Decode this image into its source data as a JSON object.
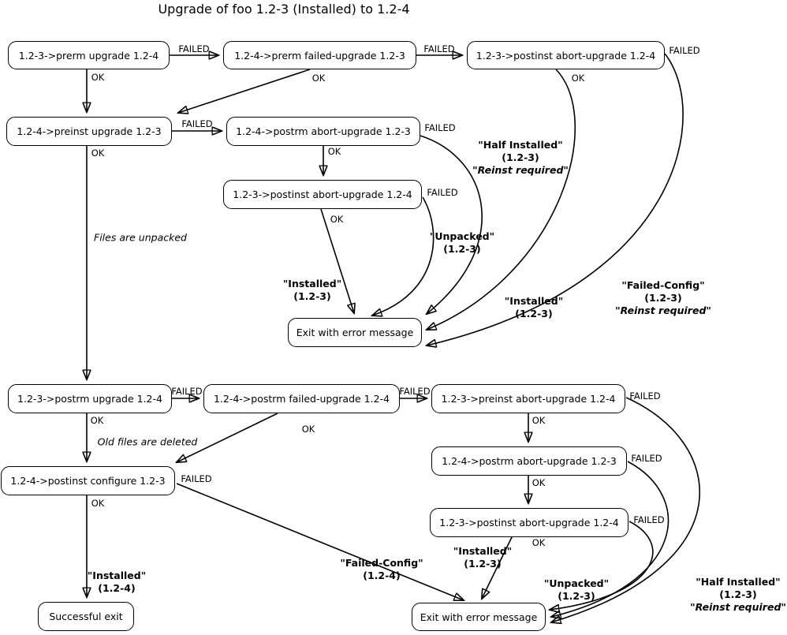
{
  "title": "Upgrade of foo 1.2-3 (Installed) to 1.2-4",
  "edge": {
    "ok": "OK",
    "failed": "FAILED"
  },
  "nodes": {
    "prerm_upgrade": "1.2-3->prerm upgrade 1.2-4",
    "prerm_failed_upgrade": "1.2-4->prerm failed-upgrade 1.2-3",
    "postinst_abort_upgrade_top": "1.2-3->postinst abort-upgrade 1.2-4",
    "preinst_upgrade": "1.2-4->preinst upgrade 1.2-3",
    "postrm_abort_upgrade_mid": "1.2-4->postrm abort-upgrade 1.2-3",
    "postinst_abort_upgrade_mid": "1.2-3->postinst abort-upgrade 1.2-4",
    "exit_error_upper": "Exit with error message",
    "postrm_upgrade": "1.2-3->postrm upgrade 1.2-4",
    "postrm_failed_upgrade": "1.2-4->postrm failed-upgrade 1.2-4",
    "preinst_abort_upgrade": "1.2-3->preinst abort-upgrade 1.2-4",
    "postrm_abort_upgrade_bottom": "1.2-4->postrm abort-upgrade 1.2-3",
    "postinst_abort_upgrade_bottom": "1.2-3->postinst abort-upgrade 1.2-4",
    "postinst_configure": "1.2-4->postinst configure 1.2-3",
    "successful_exit": "Successful exit",
    "exit_error_lower": "Exit with error message"
  },
  "notes": {
    "files_unpacked": "Files are unpacked",
    "old_files_deleted": "Old files are deleted"
  },
  "states": {
    "installed_13_left": {
      "name": "\"Installed\"",
      "version": "(1.2-3)"
    },
    "installed_13_right": {
      "name": "\"Installed\"",
      "version": "(1.2-3)"
    },
    "unpacked_13_upper": {
      "name": "\"Unpacked\"",
      "version": "(1.2-3)"
    },
    "half_installed_upper": {
      "name": "\"Half Installed\"",
      "version": "(1.2-3)",
      "note": "\"Reinst required\""
    },
    "failed_config_13": {
      "name": "\"Failed-Config\"",
      "version": "(1.2-3)",
      "note": "\"Reinst required\""
    },
    "installed_14": {
      "name": "\"Installed\"",
      "version": "(1.2-4)"
    },
    "failed_config_14": {
      "name": "\"Failed-Config\"",
      "version": "(1.2-4)"
    },
    "installed_13_bottom": {
      "name": "\"Installed\"",
      "version": "(1.2-3)"
    },
    "unpacked_13_bottom": {
      "name": "\"Unpacked\"",
      "version": "(1.2-3)"
    },
    "half_installed_bottom": {
      "name": "\"Half Installed\"",
      "version": "(1.2-3)",
      "note": "\"Reinst required\""
    }
  },
  "colors": {
    "stroke": "#000000",
    "background": "#ffffff",
    "node_fill": "#ffffff"
  }
}
